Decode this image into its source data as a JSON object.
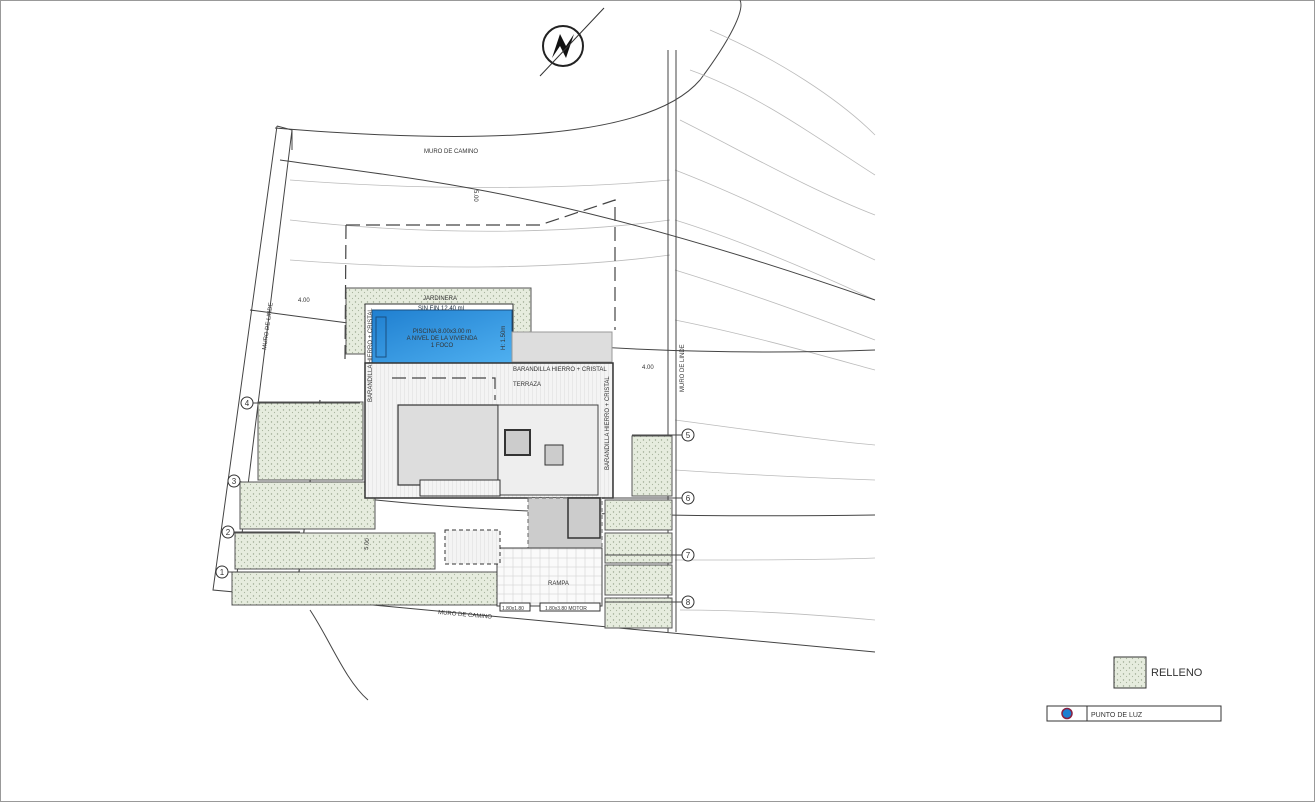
{
  "plan": {
    "road_wall_top": "MURO DE CAMINO",
    "road_wall_bottom": "MURO DE CAMINO",
    "dim_top": "5.00",
    "dim_bottom": "5.00",
    "dim_left": "4.00",
    "dim_right": "4.00",
    "boundary_left": "MURO DE LINDE",
    "boundary_right": "MURO DE LINDE",
    "planter": "JARDINERA",
    "infinity_edge": "SIN FIN 12.40 ml",
    "pool_line1": "PISCINA 8.00x3.00 m",
    "pool_line2": "A NIVEL DE LA VIVIENDA",
    "pool_line3": "1 FOCO",
    "pool_depth": "H: 1.50m",
    "railing_top": "BARANDILLA HIERRO + CRISTAL",
    "railing_left": "BARANDILLA HIERRO + CRISTAL",
    "railing_right": "BARANDILLA HIERRO + CRISTAL",
    "terrace": "TERRAZA",
    "ramp": "RAMPA",
    "door_small": "1.80x1.80",
    "door_motor": "1.80x3.80 MOTOR",
    "markers": [
      "1",
      "2",
      "3",
      "4",
      "5",
      "6",
      "7",
      "8"
    ]
  },
  "legend": {
    "fill_label": "RELLENO",
    "light_label": "PUNTO DE LUZ"
  },
  "colors": {
    "pool": "#2f8fd8",
    "fill": "#e4eadb",
    "light_point": "#1e7fd0"
  }
}
